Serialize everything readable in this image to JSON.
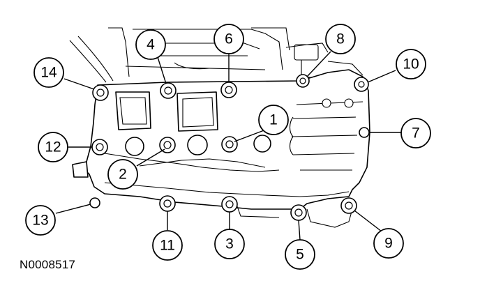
{
  "figure_id": "N0008517",
  "callouts": [
    {
      "label": "1"
    },
    {
      "label": "2"
    },
    {
      "label": "3"
    },
    {
      "label": "4"
    },
    {
      "label": "5"
    },
    {
      "label": "6"
    },
    {
      "label": "7"
    },
    {
      "label": "8"
    },
    {
      "label": "9"
    },
    {
      "label": "10"
    },
    {
      "label": "11"
    },
    {
      "label": "12"
    },
    {
      "label": "13"
    },
    {
      "label": "14"
    }
  ]
}
